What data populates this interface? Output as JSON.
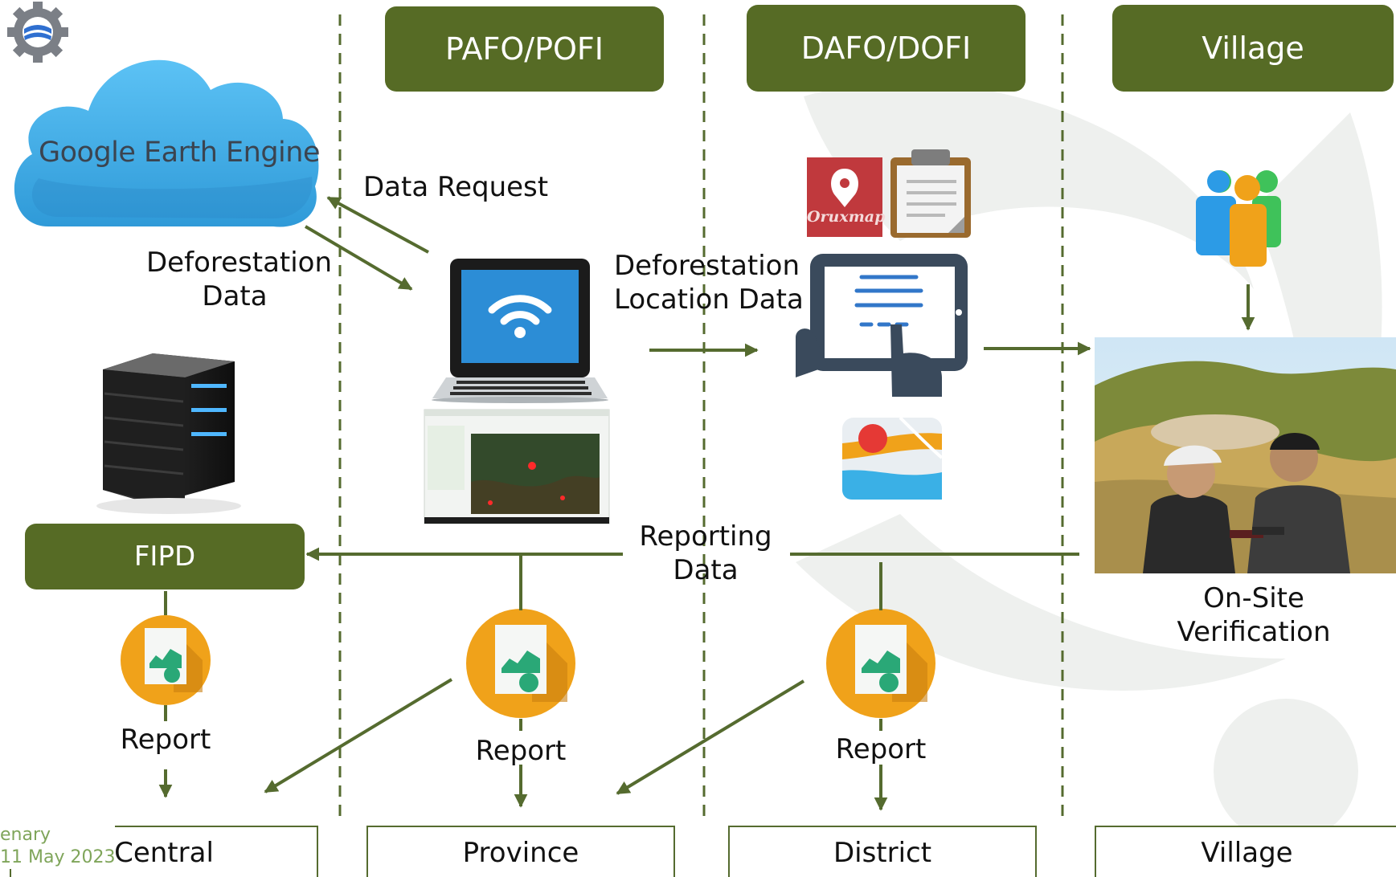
{
  "headers": {
    "pafo": "PAFO/POFI",
    "dafo": "DAFO/DOFI",
    "village": "Village",
    "fipd": "FIPD"
  },
  "gee": {
    "brand": "Google Earth Engine"
  },
  "labels": {
    "data_request": "Data Request",
    "deforestation_data_1": "Deforestation",
    "deforestation_data_2": "Data",
    "location_data_1": "Deforestation",
    "location_data_2": "Location Data",
    "reporting_data_1": "Reporting",
    "reporting_data_2": "Data",
    "onsite_1": "On-Site",
    "onsite_2": "Verification",
    "report_central": "Report",
    "report_province": "Report",
    "report_district": "Report"
  },
  "app_logo": {
    "text": "Oruxmap"
  },
  "levels": {
    "central": "Central",
    "province": "Province",
    "district": "District",
    "village": "Village"
  },
  "footer": {
    "line1": "enary",
    "line2": "11 May 2023"
  },
  "colors": {
    "header_fill": "#566b25",
    "arrow": "#556b2f",
    "cloud": "#46aee8",
    "report_orange": "#f0a21a"
  }
}
